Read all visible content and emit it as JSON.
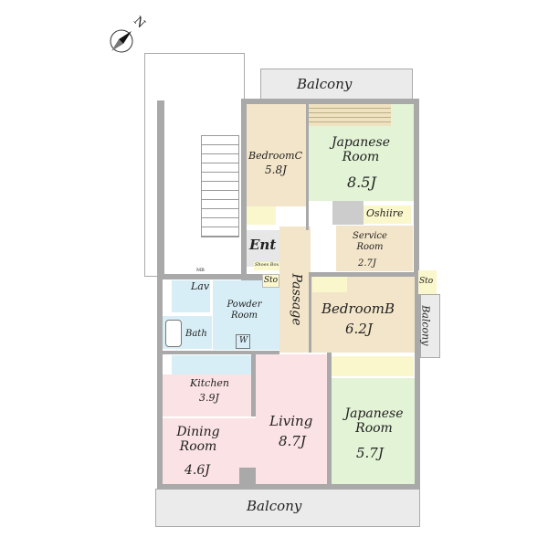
{
  "compass": {
    "label": "N",
    "icon": "north-arrow-icon"
  },
  "rooms": {
    "balcony_top": "Balcony",
    "bedroom_c": {
      "name": "BedroomC",
      "size": "5.8J"
    },
    "japanese_1": {
      "name": "Japanese Room",
      "size": "8.5J"
    },
    "oshiire": "Oshiire",
    "entrance": "Ent",
    "shoes_box": "Shoes Box",
    "mb": "MB",
    "service_room": {
      "name": "Service Room",
      "size": "2.7J"
    },
    "storage_1": "Sto",
    "storage_2": "Sto",
    "passage": "Passage",
    "balcony_side": "Balcony",
    "bedroom_b": {
      "name": "BedroomB",
      "size": "6.2J"
    },
    "lavatory": "Lav",
    "bath": "Bath",
    "powder_room": "Powder Room",
    "washer": "W",
    "kitchen": {
      "name": "Kitchen",
      "size": "3.9J"
    },
    "dining": {
      "name": "Dining Room",
      "size": "4.6J"
    },
    "living": {
      "name": "Living",
      "size": "8.7J"
    },
    "japanese_2": {
      "name": "Japanese Room",
      "size": "5.7J"
    },
    "balcony_bottom": "Balcony"
  },
  "colors": {
    "western": "#f3e5c9",
    "tatami": "#e3f3d6",
    "storage": "#fbf7cc",
    "water": "#d8eef6",
    "ldk": "#fbe2e4",
    "wall": "#a9a9a9"
  }
}
